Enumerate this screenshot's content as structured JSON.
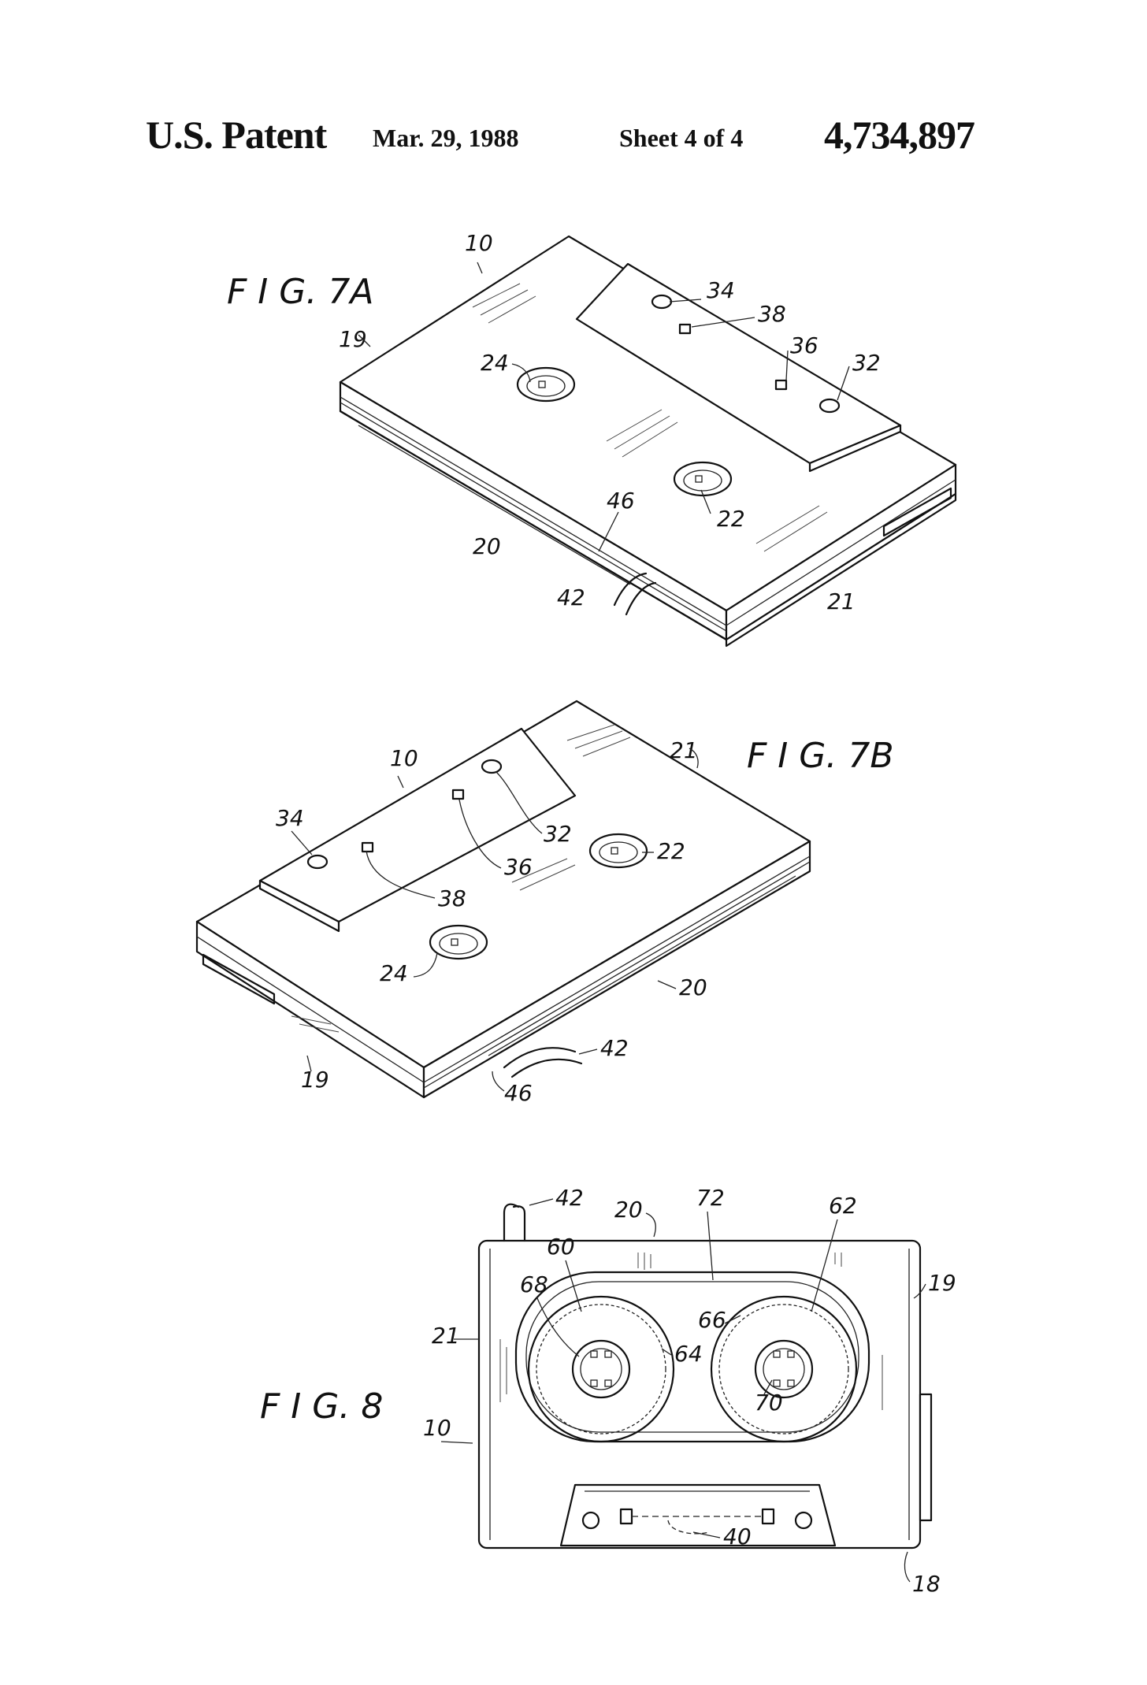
{
  "header": {
    "patent": "U.S. Patent",
    "date": "Mar. 29, 1988",
    "sheet": "Sheet 4 of 4",
    "number": "4,734,897"
  },
  "figures": {
    "fig7a": {
      "label": "F I G. 7A",
      "refs": {
        "r10": "10",
        "r19": "19",
        "r24": "24",
        "r34": "34",
        "r38": "38",
        "r36": "36",
        "r32": "32",
        "r46": "46",
        "r22": "22",
        "r20": "20",
        "r42": "42",
        "r21": "21"
      }
    },
    "fig7b": {
      "label": "F I G. 7B",
      "refs": {
        "r10": "10",
        "r21": "21",
        "r34": "34",
        "r32": "32",
        "r22": "22",
        "r36": "36",
        "r38": "38",
        "r24": "24",
        "r20": "20",
        "r42": "42",
        "r19": "19",
        "r46": "46"
      }
    },
    "fig8": {
      "label": "F I G. 8",
      "refs": {
        "r42": "42",
        "r20": "20",
        "r72": "72",
        "r62": "62",
        "r60": "60",
        "r68": "68",
        "r19": "19",
        "r66": "66",
        "r21": "21",
        "r64": "64",
        "r10": "10",
        "r70": "70",
        "r40": "40",
        "r18": "18"
      }
    }
  }
}
